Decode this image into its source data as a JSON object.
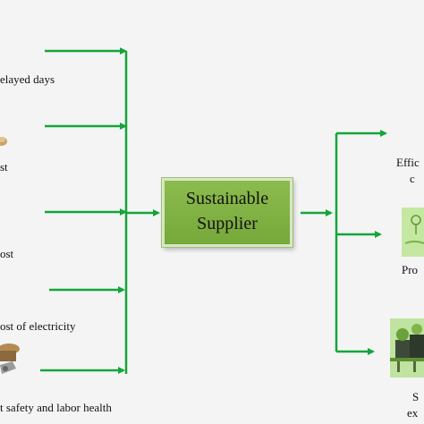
{
  "center": {
    "line1": "Sustainable",
    "line2": "Supplier"
  },
  "inputs": [
    "elayed days",
    "st",
    "ost",
    "ost of electricity",
    "t safety and labor health"
  ],
  "outputs": [
    "Effic",
    "c",
    "Pro",
    "S",
    "ex"
  ],
  "colors": {
    "arrow": "#13a53a",
    "box": "#80b244",
    "background": "#f4f4f4"
  },
  "icons": [
    "plant-icon",
    "building-icon",
    "food-icon",
    "pot-icon"
  ]
}
